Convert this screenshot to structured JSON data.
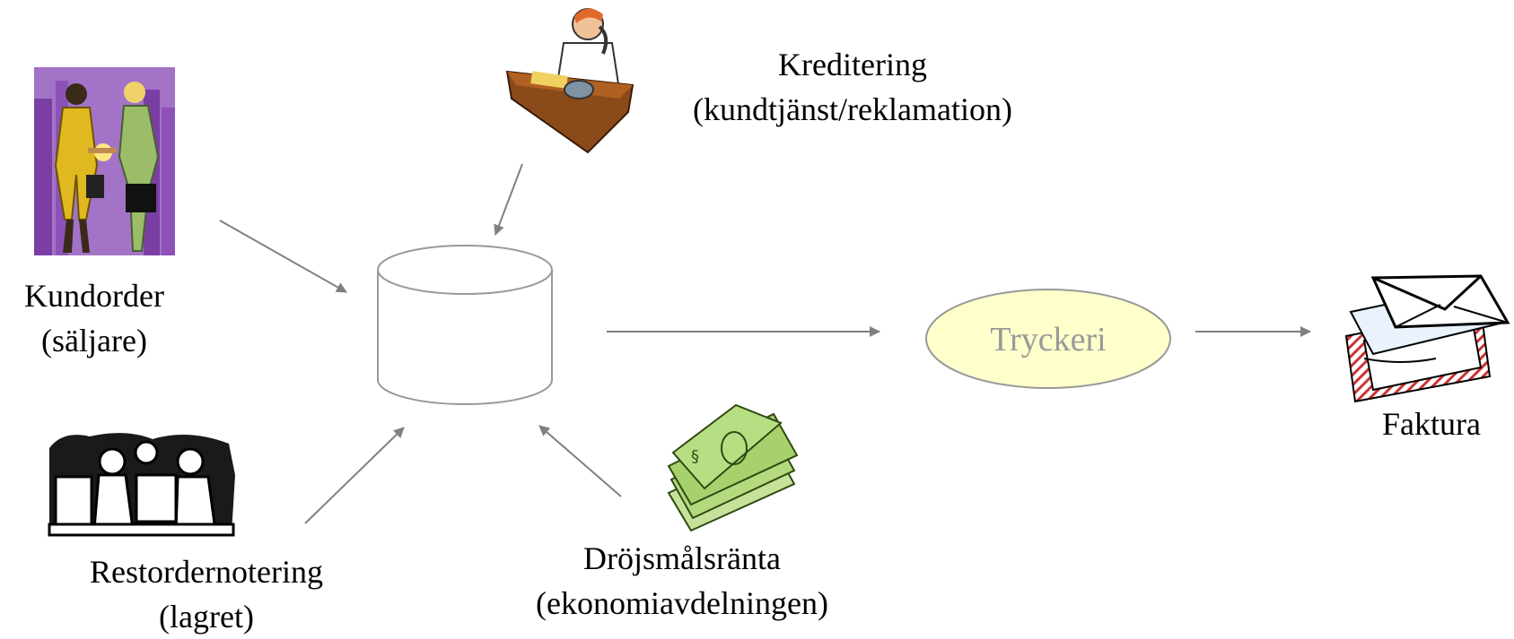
{
  "sources": {
    "kundorder": {
      "line1": "Kundorder",
      "line2": "(säljare)",
      "icon": "handshake-clipart-icon"
    },
    "kreditering": {
      "line1": "Kreditering",
      "line2": "(kundtjänst/reklamation)",
      "icon": "phone-desk-clipart-icon"
    },
    "restorder": {
      "line1": "Restordernotering",
      "line2": "(lagret)",
      "icon": "counter-service-clipart-icon"
    },
    "drojsmal": {
      "line1": "Dröjsmålsränta",
      "line2": "(ekonomiavdelningen)",
      "icon": "money-stack-clipart-icon"
    }
  },
  "database": {
    "icon": "database-cylinder-icon"
  },
  "process": {
    "label": "Tryckeri",
    "fill": "#ffffcc",
    "stroke": "#999999",
    "text_color": "#999999"
  },
  "output": {
    "label": "Faktura",
    "icon": "envelopes-clipart-icon"
  },
  "colors": {
    "arrow": "#808080",
    "cylinder_stroke": "#999999"
  }
}
